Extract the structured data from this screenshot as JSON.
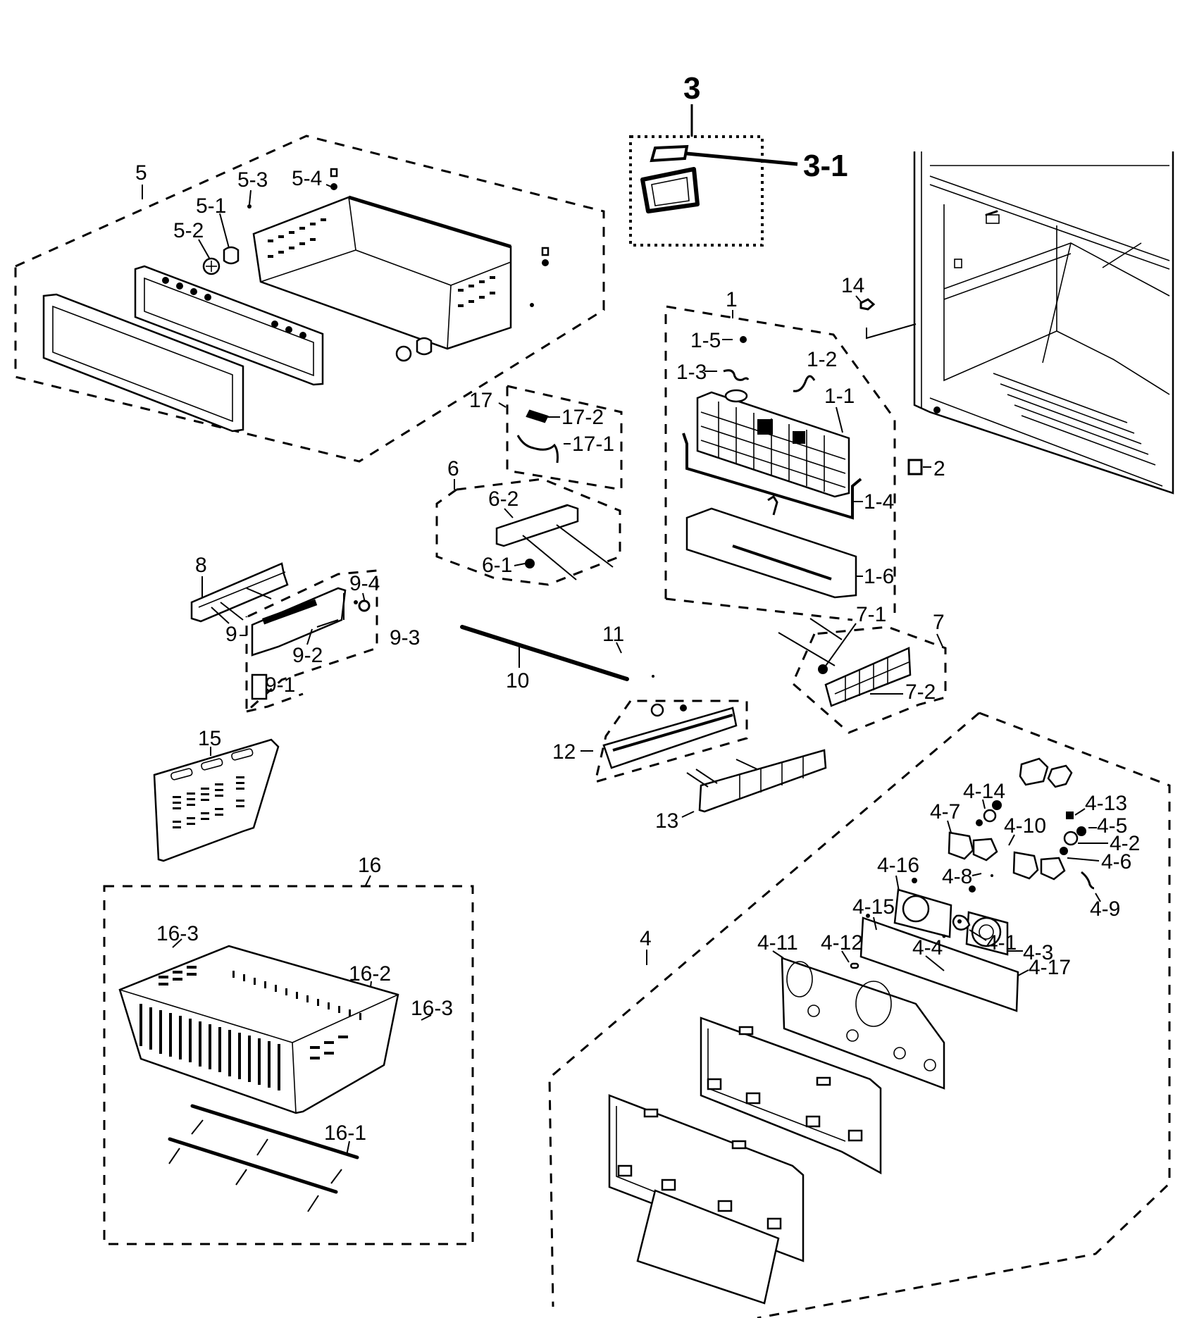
{
  "diagram": {
    "title": "Refrigerator freezer section exploded parts diagram",
    "assemblies": [
      {
        "id": "1",
        "label": "1",
        "subparts": [
          "1-1",
          "1-2",
          "1-3",
          "1-4",
          "1-5",
          "1-6"
        ]
      },
      {
        "id": "2",
        "label": "2",
        "subparts": []
      },
      {
        "id": "3",
        "label": "3",
        "subparts": [
          "3-1"
        ]
      },
      {
        "id": "4",
        "label": "4",
        "subparts": [
          "4-1",
          "4-2",
          "4-3",
          "4-4",
          "4-5",
          "4-6",
          "4-7",
          "4-8",
          "4-9",
          "4-10",
          "4-11",
          "4-12",
          "4-13",
          "4-14",
          "4-15",
          "4-16",
          "4-17"
        ]
      },
      {
        "id": "5",
        "label": "5",
        "subparts": [
          "5-1",
          "5-2",
          "5-3",
          "5-4"
        ]
      },
      {
        "id": "6",
        "label": "6",
        "subparts": [
          "6-1",
          "6-2"
        ]
      },
      {
        "id": "7",
        "label": "7",
        "subparts": [
          "7-1",
          "7-2"
        ]
      },
      {
        "id": "8",
        "label": "8",
        "subparts": []
      },
      {
        "id": "9",
        "label": "9",
        "subparts": [
          "9-1",
          "9-2",
          "9-3",
          "9-4"
        ]
      },
      {
        "id": "10",
        "label": "10",
        "subparts": []
      },
      {
        "id": "11",
        "label": "11",
        "subparts": []
      },
      {
        "id": "12",
        "label": "12",
        "subparts": []
      },
      {
        "id": "13",
        "label": "13",
        "subparts": []
      },
      {
        "id": "14",
        "label": "14",
        "subparts": []
      },
      {
        "id": "15",
        "label": "15",
        "subparts": []
      },
      {
        "id": "16",
        "label": "16",
        "subparts": [
          "16-1",
          "16-2",
          "16-3"
        ]
      },
      {
        "id": "17",
        "label": "17",
        "subparts": [
          "17-1",
          "17-2"
        ]
      }
    ],
    "labels": {
      "p1": "1",
      "p1_1": "1-1",
      "p1_2": "1-2",
      "p1_3": "1-3",
      "p1_4": "1-4",
      "p1_5": "1-5",
      "p1_6": "1-6",
      "p2": "2",
      "p3": "3",
      "p3_1": "3-1",
      "p4": "4",
      "p4_1": "4-1",
      "p4_2": "4-2",
      "p4_3": "4-3",
      "p4_4": "4-4",
      "p4_5": "4-5",
      "p4_6": "4-6",
      "p4_7": "4-7",
      "p4_8": "4-8",
      "p4_9": "4-9",
      "p4_10": "4-10",
      "p4_11": "4-11",
      "p4_12": "4-12",
      "p4_13": "4-13",
      "p4_14": "4-14",
      "p4_15": "4-15",
      "p4_16": "4-16",
      "p4_17": "4-17",
      "p5": "5",
      "p5_1": "5-1",
      "p5_2": "5-2",
      "p5_3": "5-3",
      "p5_4": "5-4",
      "p6": "6",
      "p6_1": "6-1",
      "p6_2": "6-2",
      "p7": "7",
      "p7_1": "7-1",
      "p7_2": "7-2",
      "p8": "8",
      "p9": "9",
      "p9_1": "9-1",
      "p9_2": "9-2",
      "p9_3": "9-3",
      "p9_4": "9-4",
      "p10": "10",
      "p11": "11",
      "p12": "12",
      "p13": "13",
      "p14": "14",
      "p15": "15",
      "p16": "16",
      "p16_1": "16-1",
      "p16_2": "16-2",
      "p16_3a": "16-3",
      "p16_3b": "16-3",
      "p17": "17",
      "p17_1": "17-1",
      "p17_2": "17-2"
    }
  }
}
